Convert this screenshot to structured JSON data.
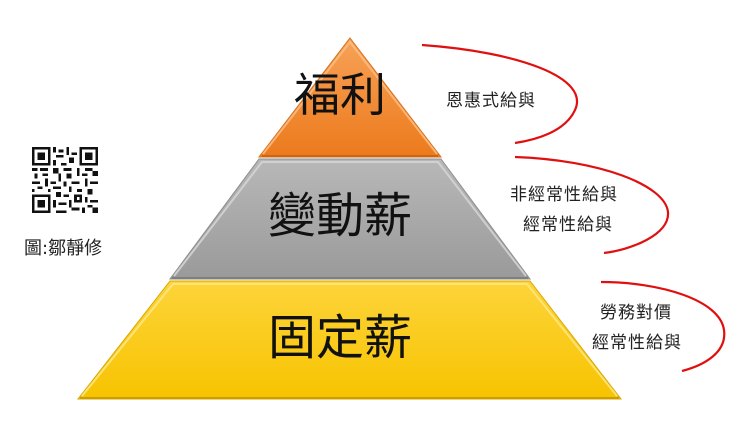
{
  "pyramid": {
    "tiers": [
      {
        "label": "福利",
        "color": "#f08a2c",
        "note_lines": [
          "恩惠式給與"
        ]
      },
      {
        "label": "變動薪",
        "color": "#a6a6a6",
        "note_lines": [
          "非經常性給與",
          "經常性給與"
        ]
      },
      {
        "label": "固定薪",
        "color": "#fcc80e",
        "note_lines": [
          "勞務對價",
          "經常性給與"
        ]
      }
    ],
    "bracket_color": "#e01010"
  },
  "credit": {
    "qr_icon": "qr-code-icon",
    "caption": "圖:鄒靜修"
  }
}
